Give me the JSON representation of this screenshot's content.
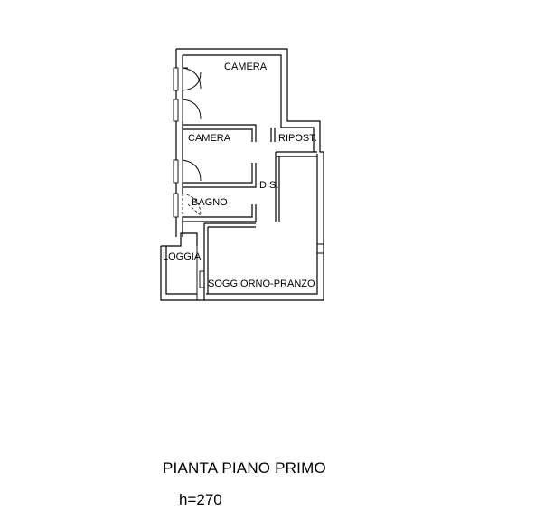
{
  "plan": {
    "rooms": [
      {
        "key": "camera_1",
        "label": "CAMERA"
      },
      {
        "key": "camera_2",
        "label": "CAMERA"
      },
      {
        "key": "ripost",
        "label": "RIPOST."
      },
      {
        "key": "dis",
        "label": "DIS."
      },
      {
        "key": "bagno",
        "label": "BAGNO"
      },
      {
        "key": "loggia",
        "label": "LOGGIA"
      },
      {
        "key": "soggiorno",
        "label": "SOGGIORNO-PRANZO"
      }
    ]
  },
  "caption": {
    "title": "PIANTA PIANO PRIMO",
    "height": "h=270"
  }
}
